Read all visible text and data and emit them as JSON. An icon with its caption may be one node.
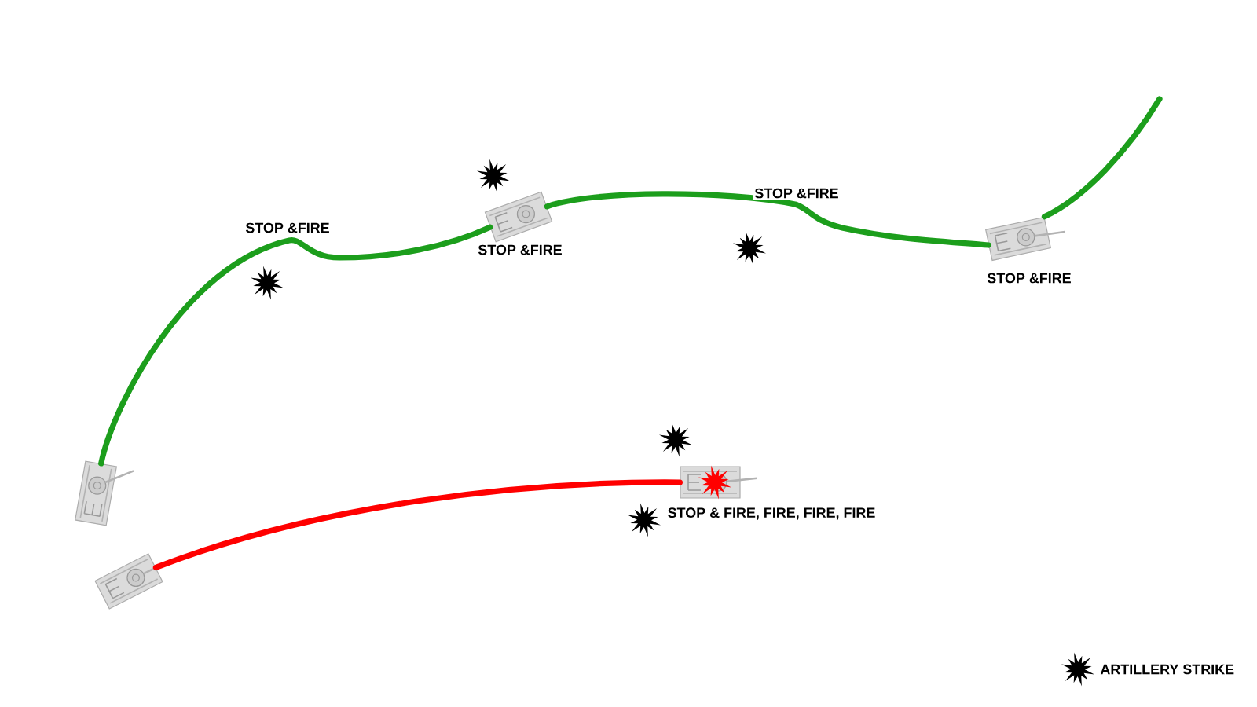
{
  "diagram": {
    "nodes": [
      {
        "text": [],
        "shape": "picture"
      },
      {
        "text": [],
        "shape": "picture",
        "beside": [
          "STOP &FIRE"
        ]
      },
      {
        "text": [],
        "shape": "picture",
        "beside": [
          "STOP &FIRE"
        ]
      },
      {
        "text": [],
        "shape": "picture"
      },
      {
        "text": [],
        "shape": "picture",
        "beside": [
          "STOP & FIRE, FIRE, FIRE, FIRE"
        ]
      }
    ],
    "edges": [
      {
        "from": 0,
        "to": 1,
        "arrow": "none",
        "label": "STOP &FIRE"
      },
      {
        "from": 1,
        "to": 2,
        "arrow": "none",
        "label": "STOP &FIRE"
      },
      {
        "from": 2,
        "to": null,
        "arrow": "none"
      },
      {
        "from": 3,
        "to": 4,
        "arrow": "none",
        "color": "#ff0000"
      }
    ],
    "legend": [
      {
        "text": "ARTILLERY STRIKE"
      }
    ]
  }
}
